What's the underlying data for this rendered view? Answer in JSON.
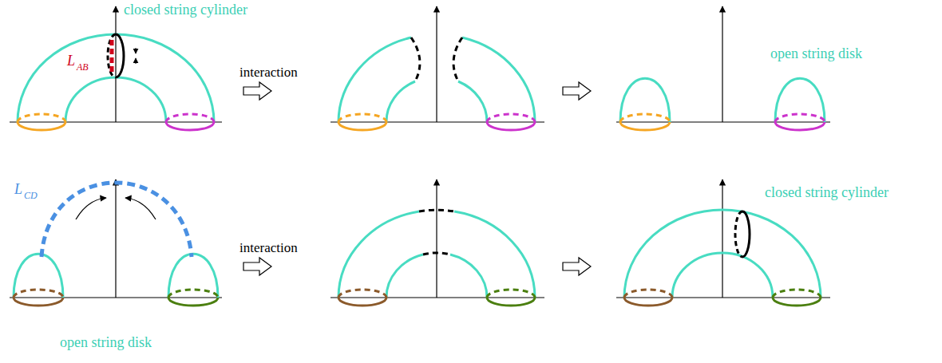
{
  "diagram": {
    "labels": [
      "closed string cylinder",
      "L",
      "AB",
      "interaction",
      "open string disk",
      "L",
      "CD",
      "interaction",
      "closed string cylinder",
      "open string disk"
    ]
  }
}
